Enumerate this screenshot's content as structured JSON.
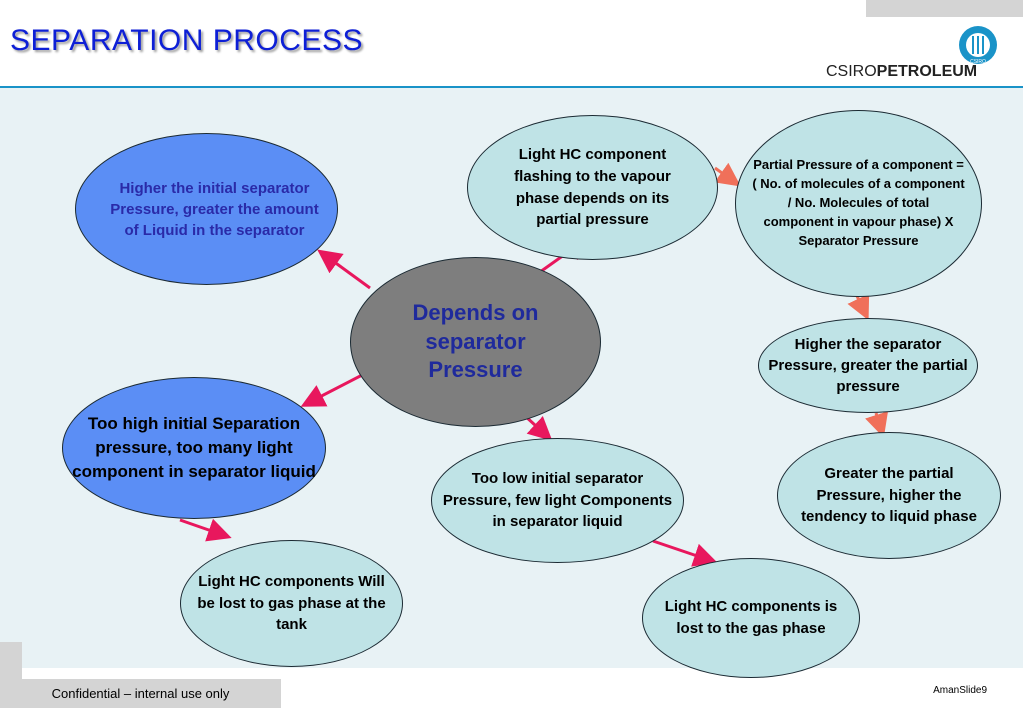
{
  "header": {
    "title": "SEPARATION PROCESS",
    "brand_light": "CSIRO",
    "brand_bold": "PETROLEUM",
    "logo_text": "CSIRO"
  },
  "nodes": {
    "center": "Depends on separator Pressure",
    "higher_initial": "Higher the initial separator Pressure, greater the amount of Liquid in the separator",
    "too_high": "Too high initial Separation pressure, too many light  component in separator liquid",
    "lost_tank": "Light HC components Will be lost to gas phase at the tank",
    "flashing": "Light HC component flashing to the vapour phase depends on its partial pressure",
    "partial_def": "Partial Pressure of a component =( No. of molecules of a component / No. Molecules of total component in vapour phase) X Separator Pressure",
    "higher_partial": "Higher the separator Pressure, greater the partial  pressure",
    "greater_partial": "Greater the partial Pressure, higher the tendency to liquid phase",
    "too_low": "Too low initial separator Pressure, few light Components in separator liquid",
    "lost_gas": "Light HC components is lost to the gas phase"
  },
  "footer": {
    "confidential": "Confidential – internal use only",
    "slide": "AmanSlide9"
  },
  "colors": {
    "title": "#0d1fd6",
    "header_line": "#1a93c8",
    "arrow_pink": "#e8175d",
    "arrow_orange": "#f0705a",
    "light_node": "#bfe3e6",
    "blue_node": "#5b8ef5",
    "center_node": "#7e7e7e",
    "background": "#e8f2f5"
  }
}
